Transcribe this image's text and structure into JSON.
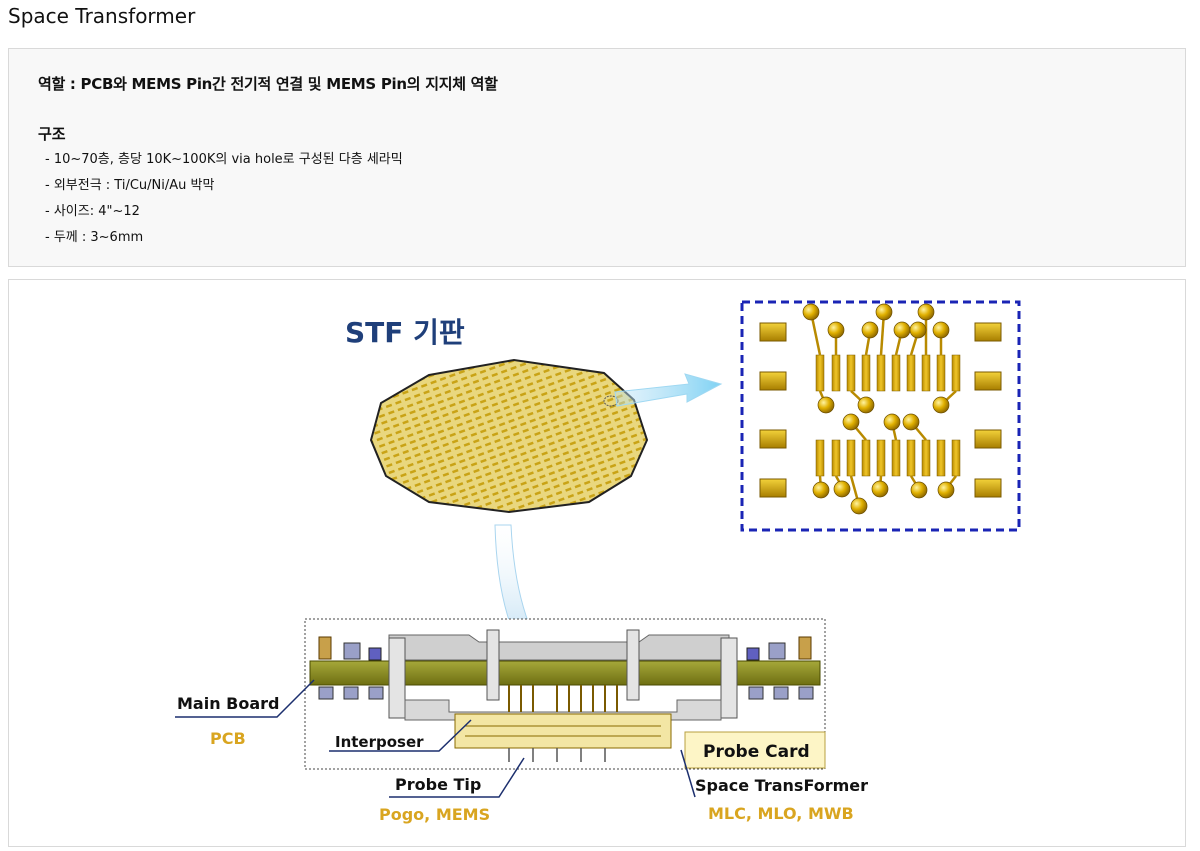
{
  "page": {
    "title": "Space Transformer"
  },
  "info": {
    "role": "역할 : PCB와 MEMS Pin간 전기적 연결 및 MEMS Pin의 지지체 역할",
    "structure_heading": "구조",
    "structure_items": [
      "- 10~70층, 층당 10K~100K의 via hole로 구성된 다층 세라믹",
      "- 외부전극 : Ti/Cu/Ni/Au 박막",
      "- 사이즈: 4\"~12",
      "- 두께 : 3~6mm"
    ]
  },
  "diagram": {
    "stf_label": "STF 기판",
    "labels": {
      "main_board": "Main Board",
      "main_board_sub": "PCB",
      "interposer": "Interposer",
      "probe_tip": "Probe Tip",
      "probe_tip_sub": "Pogo, MEMS",
      "probe_card": "Probe Card",
      "space_transformer": "Space TransFormer",
      "space_transformer_sub": "MLC, MLO, MWB"
    },
    "colors": {
      "gold": "#d4a200",
      "label_gold": "#d9a520",
      "navy": "#1c2f6e",
      "board_green": "#8a8c1c",
      "dashed_blue": "#1a24b5"
    }
  }
}
